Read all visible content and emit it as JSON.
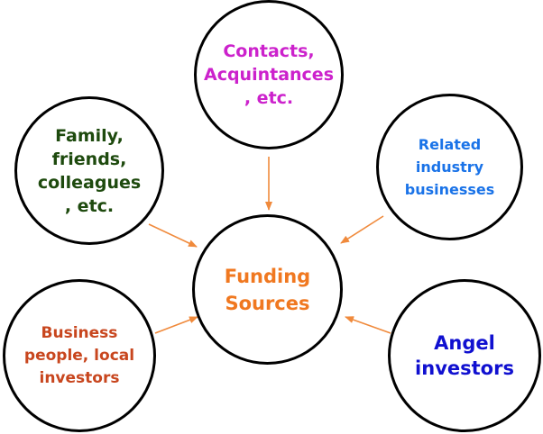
{
  "diagram": {
    "center": {
      "label": "Funding\nSources",
      "color": "#f07820"
    },
    "nodes": {
      "contacts": {
        "label": "Contacts,\nAcquintances\n, etc.",
        "color": "#cc22cc"
      },
      "family": {
        "label": "Family,\nfriends,\ncolleagues\n, etc.",
        "color": "#1e4a0e"
      },
      "related": {
        "label": "Related\nindustry\nbusinesses",
        "color": "#1a73e8"
      },
      "business": {
        "label": "Business\npeople, local\ninvestors",
        "color": "#c8461e"
      },
      "angel": {
        "label": "Angel\ninvestors",
        "color": "#1010d0"
      }
    },
    "arrow_color": "#f08a3c"
  }
}
